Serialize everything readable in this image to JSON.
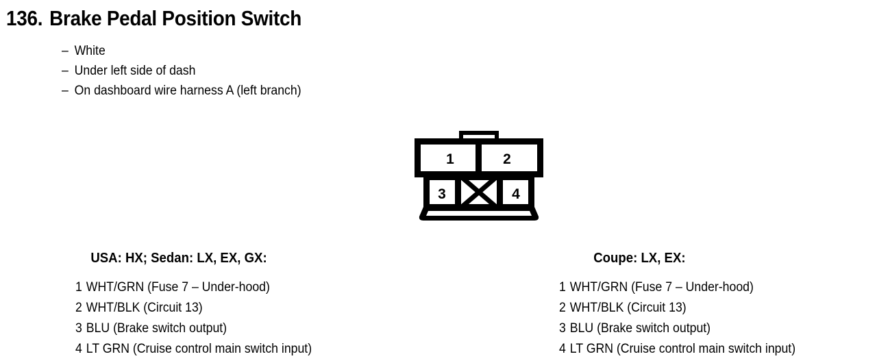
{
  "page": {
    "background_color": "#ffffff",
    "ink_color": "#000000"
  },
  "header": {
    "number": "136.",
    "title": "Brake Pedal Position Switch",
    "full_title": "136. Brake Pedal Position Switch"
  },
  "attributes": {
    "dash": "–",
    "items": [
      "White",
      "Under left side of dash",
      "On dashboard wire harness A (left branch)"
    ]
  },
  "connector": {
    "cavity_count": 4,
    "blocked_label": "X",
    "top_row": [
      {
        "label": "1"
      },
      {
        "label": "2"
      }
    ],
    "bottom_row": [
      {
        "label": "3"
      },
      {
        "label": "",
        "blocked": true
      },
      {
        "label": "4"
      }
    ]
  },
  "columns": [
    {
      "heading": "USA: HX; Sedan: LX, EX, GX:",
      "pins": [
        {
          "no": "1",
          "text": "WHT/GRN (Fuse 7 – Under-hood)"
        },
        {
          "no": "2",
          "text": "WHT/BLK (Circuit 13)"
        },
        {
          "no": "3",
          "text": "BLU (Brake switch output)"
        },
        {
          "no": "4",
          "text": "LT GRN (Cruise control main switch input)"
        }
      ]
    },
    {
      "heading": "Coupe: LX, EX:",
      "pins": [
        {
          "no": "1",
          "text": "WHT/GRN (Fuse 7 – Under-hood)"
        },
        {
          "no": "2",
          "text": "WHT/BLK (Circuit 13)"
        },
        {
          "no": "3",
          "text": "BLU (Brake switch output)"
        },
        {
          "no": "4",
          "text": "LT GRN (Cruise control main switch input)"
        }
      ]
    }
  ]
}
